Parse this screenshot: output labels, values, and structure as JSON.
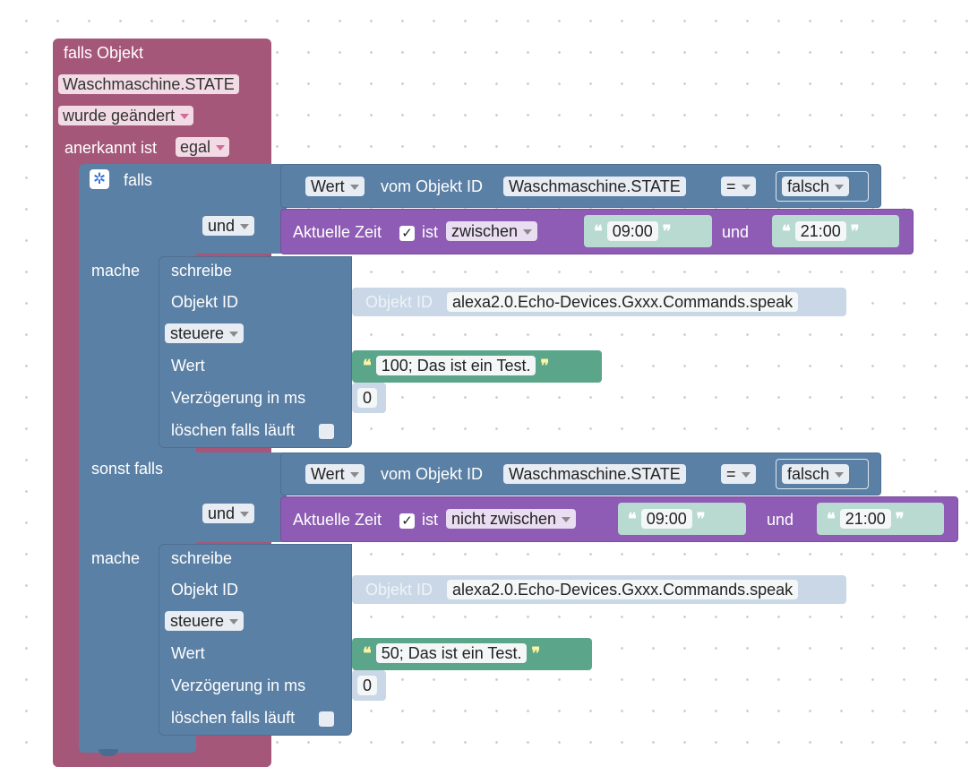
{
  "trigger": {
    "header": "falls Objekt",
    "object_id": "Waschmaschine.STATE",
    "mode": "wurde geändert",
    "ack_label": "anerkannt ist",
    "ack_value": "egal"
  },
  "branch1": {
    "if_label": "falls",
    "and_label": "und",
    "compare": {
      "attribute": "Wert",
      "of_object_label": "vom Objekt ID",
      "object_id": "Waschmaschine.STATE",
      "operator": "=",
      "value": "falsch"
    },
    "time": {
      "label": "Aktuelle Zeit",
      "checkmark": "✓",
      "is_label": "ist",
      "mode": "zwischen",
      "from": "09:00",
      "and_label": "und",
      "to": "21:00"
    },
    "do_label": "mache",
    "write": {
      "title": "schreibe",
      "object_id_label": "Objekt ID",
      "object_placeholder": "Objekt ID",
      "object_id": "alexa2.0.Echo-Devices.Gxxx.Commands.speak",
      "mode": "steuere",
      "value_label": "Wert",
      "value": "100; Das ist ein Test.",
      "delay_label": "Verzögerung in ms",
      "delay": "0",
      "clear_label": "löschen falls läuft"
    }
  },
  "branch2": {
    "elseif_label": "sonst falls",
    "and_label": "und",
    "compare": {
      "attribute": "Wert",
      "of_object_label": "vom Objekt ID",
      "object_id": "Waschmaschine.STATE",
      "operator": "=",
      "value": "falsch"
    },
    "time": {
      "label": "Aktuelle Zeit",
      "checkmark": "✓",
      "is_label": "ist",
      "mode": "nicht zwischen",
      "from": "09:00",
      "and_label": "und",
      "to": "21:00"
    },
    "do_label": "mache",
    "write": {
      "title": "schreibe",
      "object_id_label": "Objekt ID",
      "object_placeholder": "Objekt ID",
      "object_id": "alexa2.0.Echo-Devices.Gxxx.Commands.speak",
      "mode": "steuere",
      "value_label": "Wert",
      "value": "50; Das ist ein Test.",
      "delay_label": "Verzögerung in ms",
      "delay": "0",
      "clear_label": "löschen falls läuft"
    }
  },
  "colors": {
    "trigger_block": "#a5577a",
    "logic_block": "#5b80a5",
    "time_block": "#8e5cb4",
    "text_block": "#5ba68a"
  }
}
